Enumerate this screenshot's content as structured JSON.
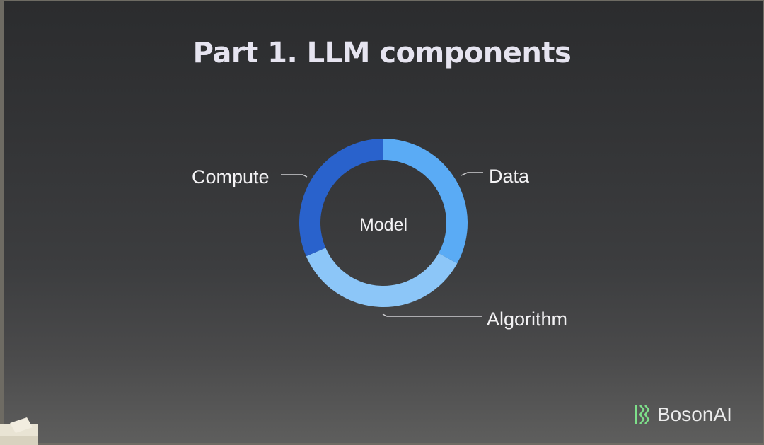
{
  "slide": {
    "title": "Part 1. LLM components"
  },
  "diagram": {
    "center_label": "Model",
    "segments": [
      {
        "label": "Data",
        "share": 0.33,
        "color": "#5aabf5"
      },
      {
        "label": "Algorithm",
        "share": 0.355,
        "color": "#8cc6f8"
      },
      {
        "label": "Compute",
        "share": 0.315,
        "color": "#2962cc"
      }
    ]
  },
  "brand": {
    "name": "BosonAI",
    "logo_icon": "boson-ai-logo-icon",
    "logo_color": "#7ee08a"
  }
}
